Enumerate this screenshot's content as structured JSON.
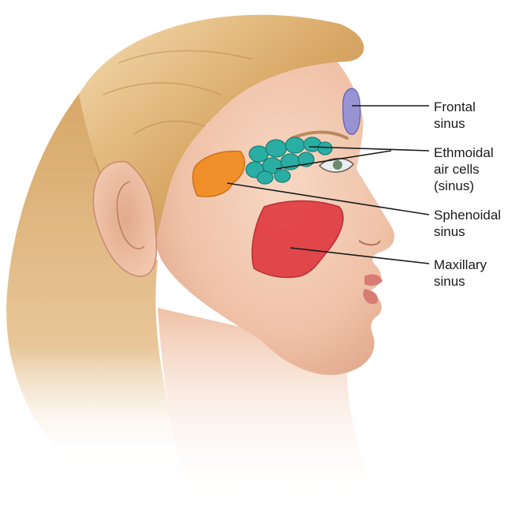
{
  "labels": {
    "frontal": [
      "Frontal",
      "sinus"
    ],
    "ethmoidal": [
      "Ethmoidal",
      "air cells",
      "(sinus)"
    ],
    "sphenoidal": [
      "Sphenoidal",
      "sinus"
    ],
    "maxillary": [
      "Maxillary",
      "sinus"
    ]
  },
  "colors": {
    "skin": "#f3cbb3",
    "hair": "#d9a866",
    "frontal_sinus": "#8f8fd8",
    "ethmoidal_sinus": "#2aaea4",
    "sphenoidal_sinus": "#f08a1c",
    "maxillary_sinus": "#e0383f"
  }
}
